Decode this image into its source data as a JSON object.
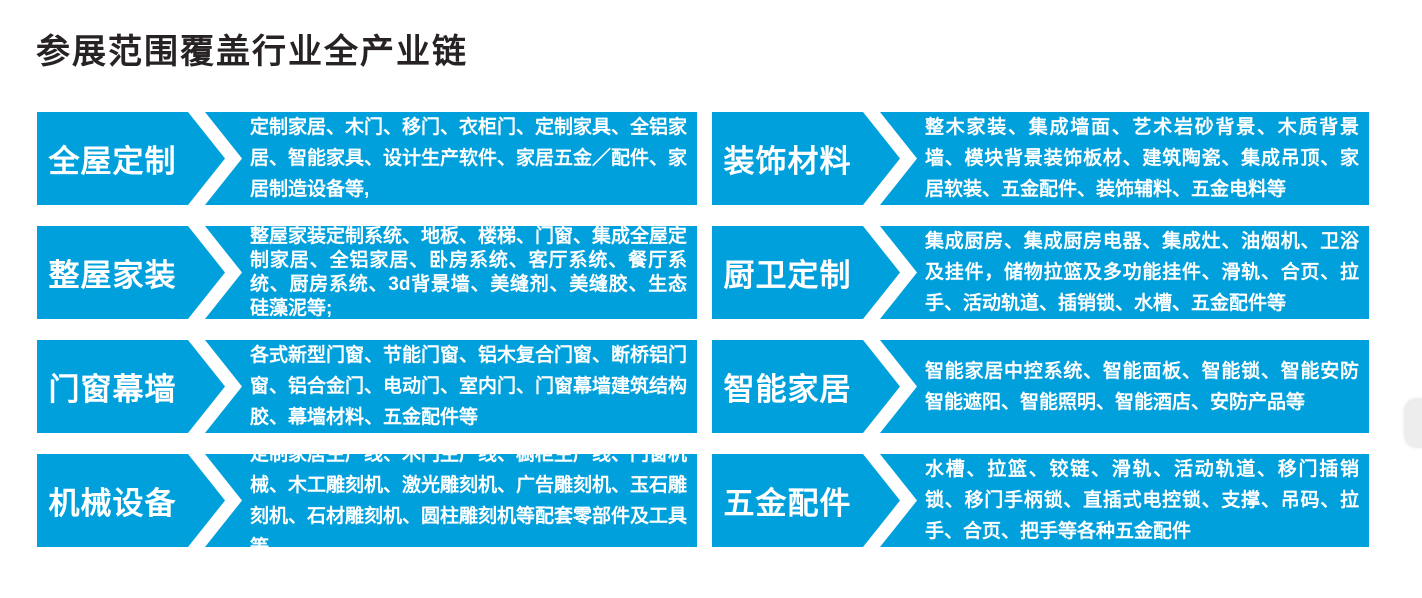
{
  "page": {
    "title": "参展范围覆盖行业全产业链"
  },
  "colors": {
    "bar_blue": "#00a0dc",
    "title_text": "#272324",
    "bar_text": "#ffffff",
    "scroll_thumb": "#ededed"
  },
  "blocks": [
    {
      "label": "全屋定制",
      "items": "定制家居、木门、移门、衣柜门、定制家具、全铝家居、智能家具、设计生产软件、家居五金／配件、家居制造设备等,"
    },
    {
      "label": "装饰材料",
      "items": "整木家装、集成墙面、艺术岩砂背景、木质背景墙、模块背景装饰板材、建筑陶瓷、集成吊顶、家居软装、五金配件、装饰辅料、五金电料等"
    },
    {
      "label": "整屋家装",
      "items": "整屋家装定制系统、地板、楼梯、门窗、集成全屋定制家居、全铝家居、卧房系统、客厅系统、餐厅系统、厨房系统、3d背景墙、美缝剂、美缝胶、生态硅藻泥等;"
    },
    {
      "label": "厨卫定制",
      "items": "集成厨房、集成厨房电器、集成灶、油烟机、卫浴及挂件，储物拉篮及多功能挂件、滑轨、合页、拉手、活动轨道、插销锁、水槽、五金配件等"
    },
    {
      "label": "门窗幕墙",
      "items": "各式新型门窗、节能门窗、铝木复合门窗、断桥铝门窗、铝合金门、电动门、室内门、门窗幕墙建筑结构胶、幕墙材料、五金配件等"
    },
    {
      "label": "智能家居",
      "items": "智能家居中控系统、智能面板、智能锁、智能安防智能遮阳、智能照明、智能酒店、安防产品等"
    },
    {
      "label": "机械设备",
      "items": "定制家居生产线、木门生产线、橱柜生产线、门窗机械、木工雕刻机、激光雕刻机、广告雕刻机、玉石雕刻机、石材雕刻机、圆柱雕刻机等配套零部件及工具等"
    },
    {
      "label": "五金配件",
      "items": "水槽、拉篮、铰链、滑轨、活动轨道、移门插销锁、移门手柄锁、直插式电控锁、支撑、吊码、拉手、合页、把手等各种五金配件"
    }
  ]
}
